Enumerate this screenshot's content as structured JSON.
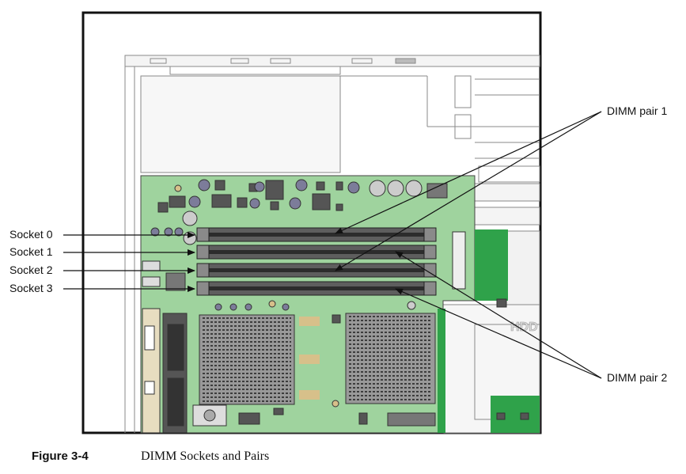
{
  "colors": {
    "board": "#9fd39e",
    "board_dark": "#2fa24a",
    "frame": "#111111",
    "chassis_line": "#8a8a8a",
    "dimm_slot": "#6b6b6b",
    "heatsink": "#444444",
    "connector_tan": "#e7ddc0",
    "pad": "#d7c08a"
  },
  "callouts": {
    "sockets": [
      {
        "label": "Socket 0"
      },
      {
        "label": "Socket 1"
      },
      {
        "label": "Socket 2"
      },
      {
        "label": "Socket 3"
      }
    ],
    "pairs": [
      {
        "label": "DIMM pair 1"
      },
      {
        "label": "DIMM pair 2"
      }
    ]
  },
  "caption": {
    "number": "Figure 3-4",
    "title": "DIMM Sockets and Pairs"
  }
}
